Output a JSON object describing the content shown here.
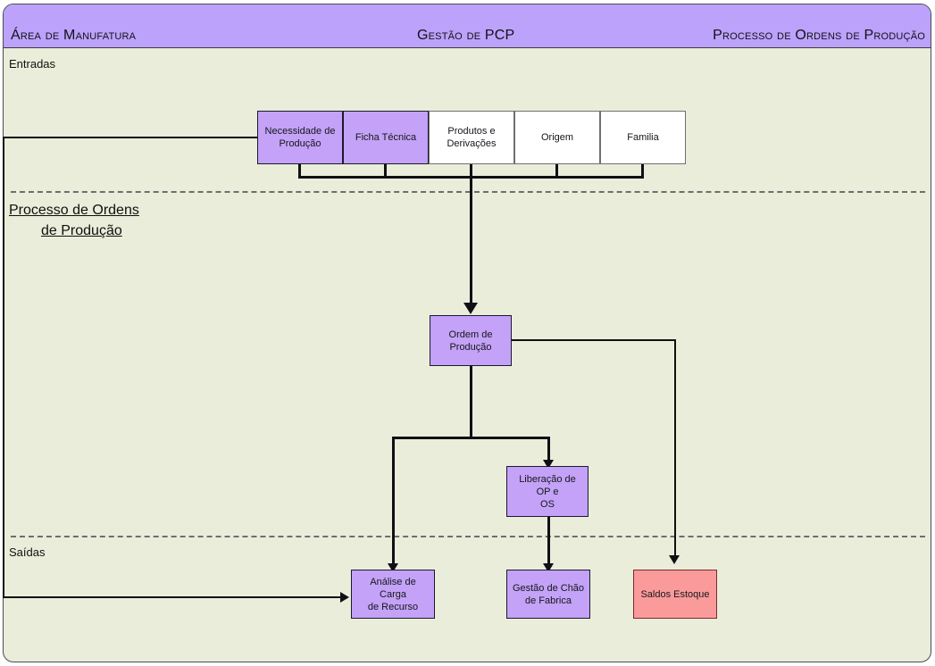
{
  "diagram": {
    "frame_title": "Processo de Ordens de Produção",
    "colors": {
      "background": "#eaedda",
      "header_band": "#bca2fb",
      "node_purple": "#c3a2f7",
      "node_white": "#ffffff",
      "node_salmon": "#fb9a9a",
      "connector": "#101014",
      "lane_separator": "#6e6e6e"
    },
    "header": {
      "left": "Área de Manufatura",
      "middle": "Gestão de PCP",
      "right": "Processo de Ordens de Produção"
    },
    "lanes": [
      {
        "id": "entradas",
        "label": "Entradas"
      },
      {
        "id": "processo",
        "label_line1": "Processo de Ordens",
        "label_line2": "de Produção"
      },
      {
        "id": "saidas",
        "label": "Saídas"
      }
    ],
    "inputs": [
      {
        "id": "necessidade-de-producao",
        "label": "Necessidade de\nProdução",
        "fill": "purple"
      },
      {
        "id": "ficha-tecnica",
        "label": "Ficha Técnica",
        "fill": "purple"
      },
      {
        "id": "produtos-e-derivacoes",
        "label": "Produtos e\nDerivações",
        "fill": "white"
      },
      {
        "id": "origem",
        "label": "Origem",
        "fill": "white"
      },
      {
        "id": "familia",
        "label": "Familia",
        "fill": "white"
      }
    ],
    "process": [
      {
        "id": "ordem-de-producao",
        "label": "Ordem de\nProdução",
        "fill": "purple"
      },
      {
        "id": "liberacao-de-op-e-os",
        "label": "Liberação de OP e\nOS",
        "fill": "purple"
      }
    ],
    "outputs": [
      {
        "id": "analise-de-carga-de-recurso",
        "label": "Análise de Carga\nde Recurso",
        "fill": "purple"
      },
      {
        "id": "gestao-de-chao-de-fabrica",
        "label": "Gestão de Chão\nde Fabrica",
        "fill": "purple"
      },
      {
        "id": "saldos-estoque",
        "label": "Saldos Estoque",
        "fill": "salmon"
      }
    ]
  }
}
